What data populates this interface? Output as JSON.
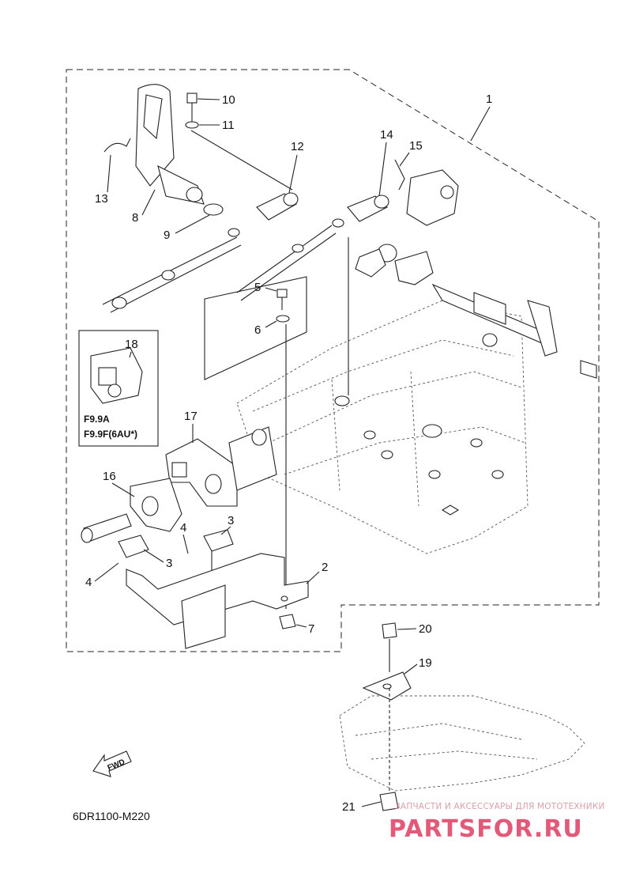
{
  "diagram": {
    "callouts": [
      {
        "id": "1",
        "label": "1"
      },
      {
        "id": "2",
        "label": "2"
      },
      {
        "id": "3a",
        "label": "3"
      },
      {
        "id": "3b",
        "label": "3"
      },
      {
        "id": "4a",
        "label": "4"
      },
      {
        "id": "4b",
        "label": "4"
      },
      {
        "id": "5",
        "label": "5"
      },
      {
        "id": "6",
        "label": "6"
      },
      {
        "id": "7",
        "label": "7"
      },
      {
        "id": "8",
        "label": "8"
      },
      {
        "id": "9",
        "label": "9"
      },
      {
        "id": "10",
        "label": "10"
      },
      {
        "id": "11",
        "label": "11"
      },
      {
        "id": "12",
        "label": "12"
      },
      {
        "id": "13",
        "label": "13"
      },
      {
        "id": "14",
        "label": "14"
      },
      {
        "id": "15",
        "label": "15"
      },
      {
        "id": "16",
        "label": "16"
      },
      {
        "id": "17",
        "label": "17"
      },
      {
        "id": "18",
        "label": "18"
      },
      {
        "id": "19",
        "label": "19"
      },
      {
        "id": "20",
        "label": "20"
      },
      {
        "id": "21",
        "label": "21"
      }
    ],
    "variant_box": {
      "line1": "F9.9A",
      "line2": "F9.9F(6AU*)"
    },
    "fwd_label": "FWD",
    "reference_code": "6DR1100-M220"
  },
  "watermark": {
    "tagline": "ЗАПЧАСТИ И АКСЕССУАРЫ ДЛЯ МОТОТЕХНИКИ",
    "logo": "PARTSFOR.RU"
  },
  "colors": {
    "line": "#222222",
    "watermark_logo": "#e25a78",
    "watermark_tagline": "#d9a0a8"
  }
}
